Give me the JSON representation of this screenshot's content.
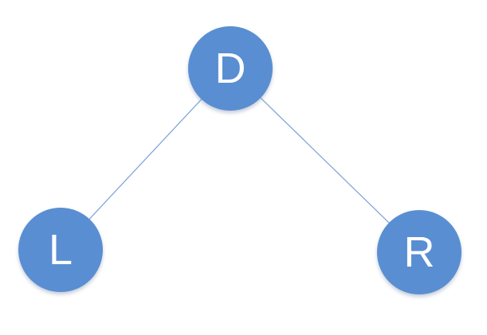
{
  "diagram": {
    "title": "binary-tree-diagram",
    "nodes": [
      {
        "id": "D",
        "label": "D",
        "position": "top-center"
      },
      {
        "id": "L",
        "label": "L",
        "position": "bottom-left"
      },
      {
        "id": "R",
        "label": "R",
        "position": "bottom-right"
      }
    ],
    "edges": [
      {
        "from": "D",
        "to": "L"
      },
      {
        "from": "D",
        "to": "R"
      }
    ],
    "colors": {
      "node_fill": "#598ed2",
      "node_text": "#ffffff",
      "edge_stroke": "#7aa0d6",
      "background": "#ffffff"
    }
  }
}
